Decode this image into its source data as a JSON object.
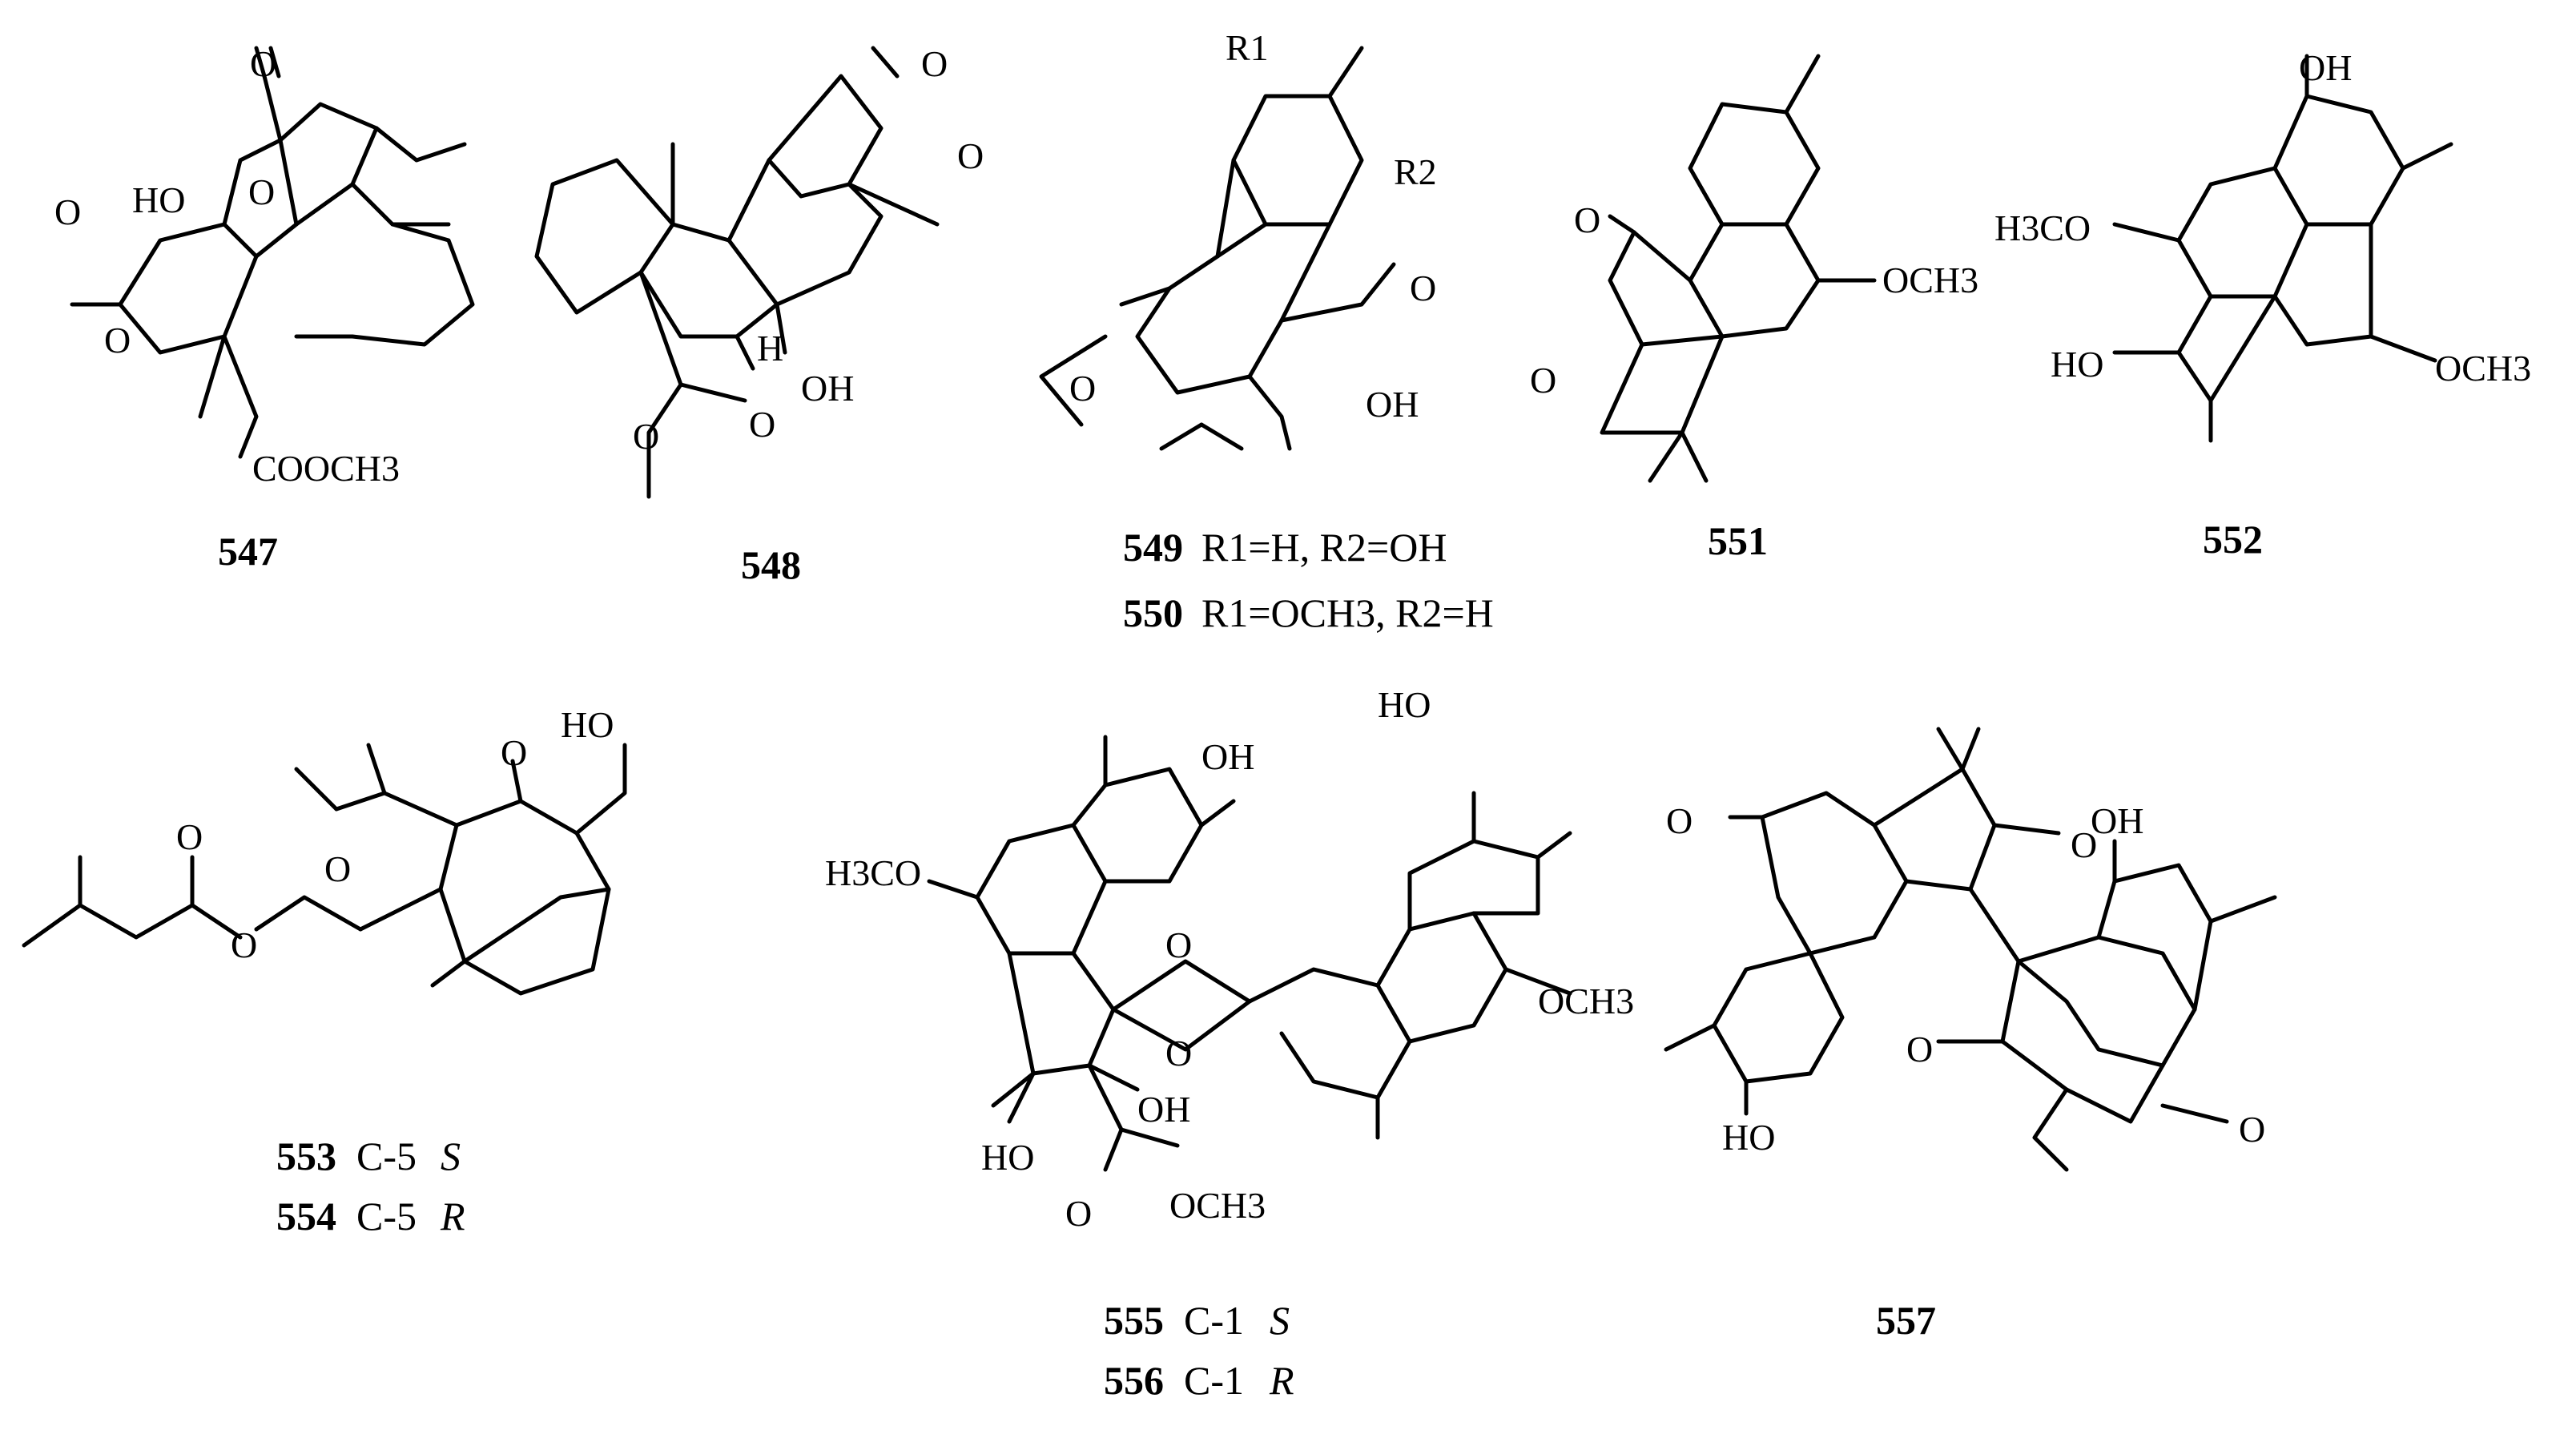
{
  "structures": [
    {
      "id": "547",
      "label": "547",
      "atoms": [
        "O",
        "O",
        "O",
        "O",
        "HO",
        "COOCH3"
      ]
    },
    {
      "id": "548",
      "label": "548",
      "atoms": [
        "O",
        "O",
        "O",
        "O",
        "H",
        "OH"
      ]
    },
    {
      "id": "549_550",
      "labels": [
        {
          "num": "549",
          "text": "R1=H, R2=OH"
        },
        {
          "num": "550",
          "text": "R1=OCH3, R2=H"
        }
      ],
      "atoms": [
        "R1",
        "R2",
        "O",
        "O",
        "OH"
      ]
    },
    {
      "id": "551",
      "label": "551",
      "atoms": [
        "O",
        "O",
        "OCH3"
      ]
    },
    {
      "id": "552",
      "label": "552",
      "atoms": [
        "OH",
        "H3CO",
        "HO",
        "OCH3"
      ]
    },
    {
      "id": "553_554",
      "labels": [
        {
          "num": "553",
          "text": "C-5",
          "stereo": "S"
        },
        {
          "num": "554",
          "text": "C-5",
          "stereo": "R"
        }
      ],
      "atoms": [
        "O",
        "O",
        "O",
        "O",
        "HO"
      ]
    },
    {
      "id": "555_556",
      "labels": [
        {
          "num": "555",
          "text": "C-1",
          "stereo": "S"
        },
        {
          "num": "556",
          "text": "C-1",
          "stereo": "R"
        }
      ],
      "atoms": [
        "OH",
        "HO",
        "H3CO",
        "O",
        "O",
        "OCH3",
        "OH",
        "HO",
        "O",
        "OCH3"
      ]
    },
    {
      "id": "557",
      "label": "557",
      "atoms": [
        "O",
        "O",
        "OH",
        "O",
        "HO",
        "O"
      ]
    }
  ]
}
